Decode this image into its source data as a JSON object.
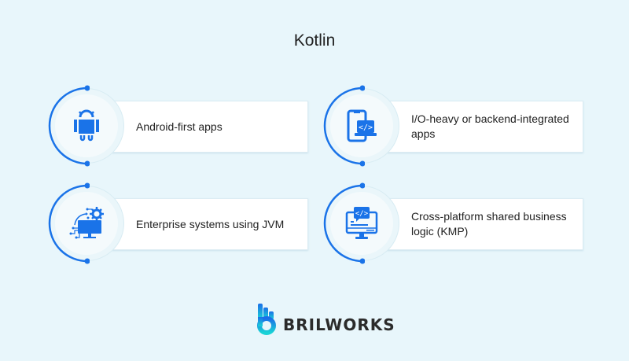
{
  "title": "Kotlin",
  "accent_color": "#1a73e8",
  "items": [
    {
      "label": "Android-first apps",
      "icon": "android-icon"
    },
    {
      "label": "I/O-heavy or backend-integrated apps",
      "icon": "mobile-laptop-code-icon"
    },
    {
      "label": "Enterprise systems using JVM",
      "icon": "desktop-gear-network-icon"
    },
    {
      "label": "Cross-platform shared business logic (KMP)",
      "icon": "monitor-code-icon"
    }
  ],
  "brand": {
    "name": "BRILWORKS"
  }
}
